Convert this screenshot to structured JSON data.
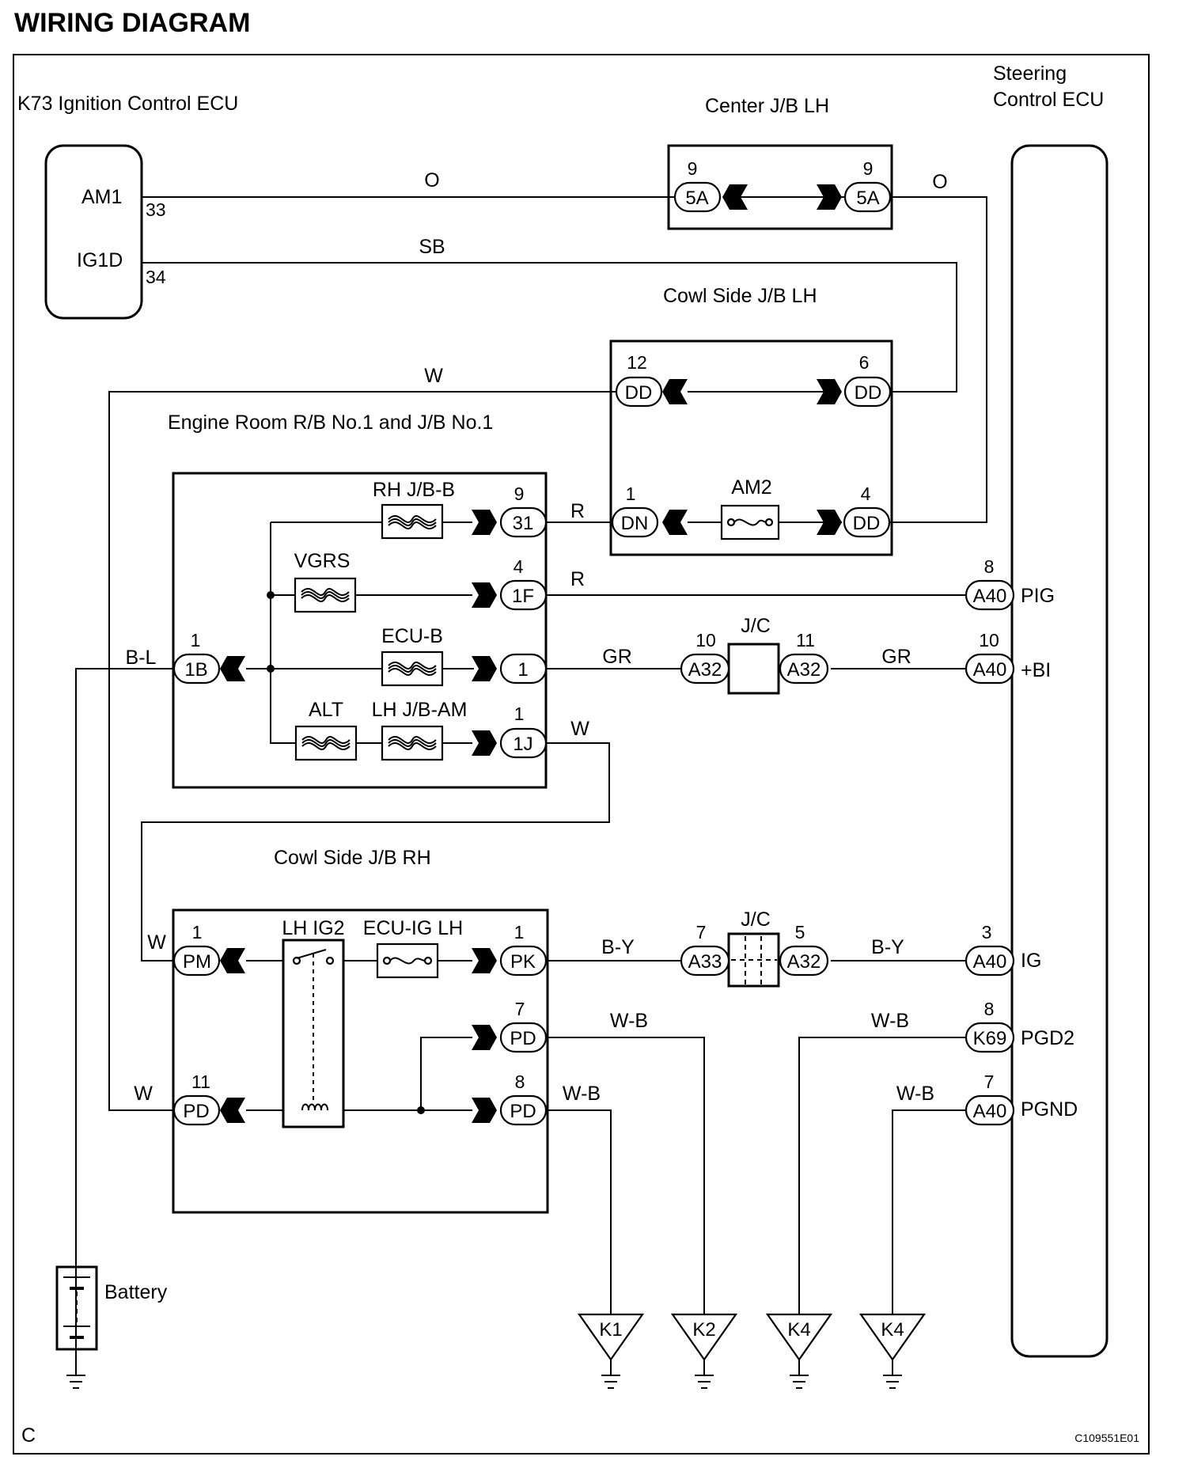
{
  "title": "WIRING DIAGRAM",
  "page_letter": "C",
  "figure_id": "C109551E01",
  "components": {
    "ignition_ecu": "K73 Ignition Control ECU",
    "center_jb": "Center J/B LH",
    "cowl_jb_lh": "Cowl Side J/B LH",
    "engine_room": "Engine Room R/B No.1 and J/B No.1",
    "cowl_jb_rh": "Cowl Side J/B RH",
    "steering_ecu_line1": "Steering",
    "steering_ecu_line2": "Control ECU",
    "battery": "Battery",
    "junction": "J/C"
  },
  "ecu_pins": {
    "am1": "AM1",
    "am1_no": "33",
    "ig1d": "IG1D",
    "ig1d_no": "34"
  },
  "steering_pins": {
    "pig": "PIG",
    "bi": "+BI",
    "ig": "IG",
    "pgd2": "PGD2",
    "pgnd": "PGND"
  },
  "fuses": {
    "rh_jb_b": "RH J/B-B",
    "vgrs": "VGRS",
    "ecu_b": "ECU-B",
    "alt": "ALT",
    "lh_jb_am": "LH J/B-AM",
    "am2": "AM2",
    "lh_ig2": "LH IG2",
    "ecu_ig_lh": "ECU-IG LH"
  },
  "wire_colors": {
    "o": "O",
    "sb": "SB",
    "w": "W",
    "r": "R",
    "gr": "GR",
    "bl": "B-L",
    "by": "B-Y",
    "wb": "W-B"
  },
  "connectors": {
    "c5a_l": {
      "id": "5A",
      "pin": "9"
    },
    "c5a_r": {
      "id": "5A",
      "pin": "9"
    },
    "dd12": {
      "id": "DD",
      "pin": "12"
    },
    "dd6": {
      "id": "DD",
      "pin": "6"
    },
    "dn1": {
      "id": "DN",
      "pin": "1"
    },
    "dd4": {
      "id": "DD",
      "pin": "4"
    },
    "c31": {
      "id": "31",
      "pin": "9"
    },
    "c1f": {
      "id": "1F",
      "pin": "4"
    },
    "c1": {
      "id": "1",
      "pin": ""
    },
    "c1j": {
      "id": "1J",
      "pin": "1"
    },
    "c1b": {
      "id": "1B",
      "pin": "1"
    },
    "a32_10": {
      "id": "A32",
      "pin": "10"
    },
    "a32_11": {
      "id": "A32",
      "pin": "11"
    },
    "a40_8": {
      "id": "A40",
      "pin": "8"
    },
    "a40_10": {
      "id": "A40",
      "pin": "10"
    },
    "pm": {
      "id": "PM",
      "pin": "1"
    },
    "pk": {
      "id": "PK",
      "pin": "1"
    },
    "pd7": {
      "id": "PD",
      "pin": "7"
    },
    "pd11": {
      "id": "PD",
      "pin": "11"
    },
    "pd8": {
      "id": "PD",
      "pin": "8"
    },
    "a33_7": {
      "id": "A33",
      "pin": "7"
    },
    "a32_5": {
      "id": "A32",
      "pin": "5"
    },
    "a40_3": {
      "id": "A40",
      "pin": "3"
    },
    "k69_8": {
      "id": "K69",
      "pin": "8"
    },
    "a40_7": {
      "id": "A40",
      "pin": "7"
    }
  },
  "grounds": [
    "K1",
    "K2",
    "K4",
    "K4"
  ]
}
